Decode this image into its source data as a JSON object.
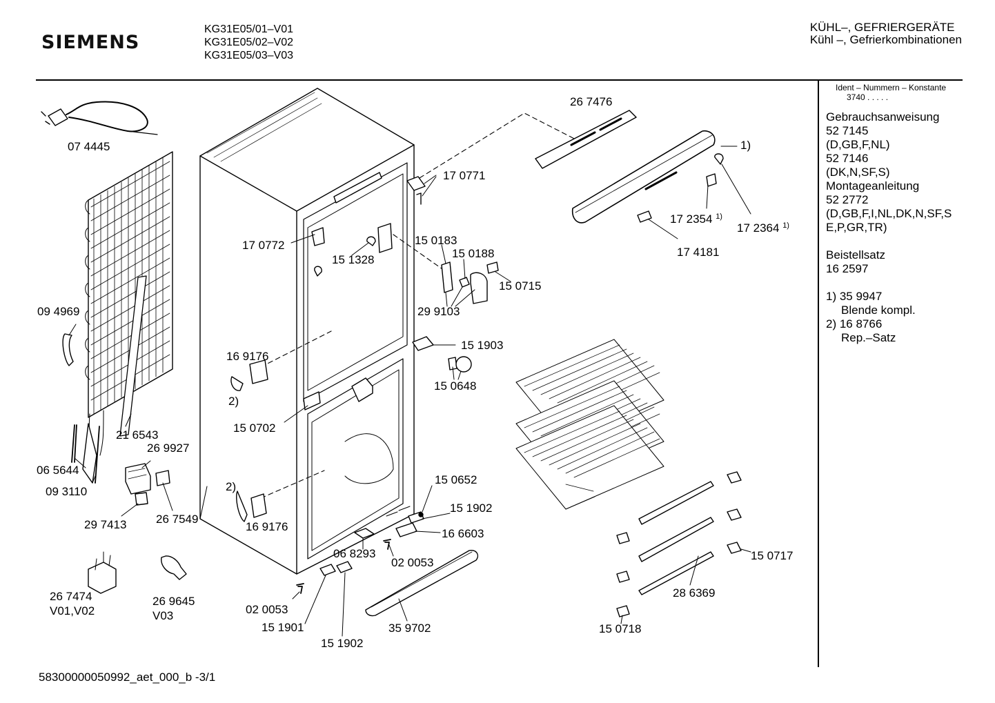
{
  "header": {
    "brand": "SIEMENS",
    "models": [
      "KG31E05/01–V01",
      "KG31E05/02–V02",
      "KG31E05/03–V03"
    ],
    "title_line1": "KÜHL–, GEFRIERGERÄTE",
    "title_line2": "Kühl –, Gefrierkombinationen"
  },
  "sidebar": {
    "ident_label": "Ident – Nummern – Konstante",
    "ident_value": "3740  .  .  .  .  .",
    "lines": [
      "Gebrauchsanweisung",
      "52 7145",
      "(D,GB,F,NL)",
      "52 7146",
      "(DK,N,SF,S)",
      "Montageanleitung",
      "52 2772",
      "(D,GB,F,I,NL,DK,N,SF,S",
      "E,P,GR,TR)"
    ],
    "beistell_label": "Beistellsatz",
    "beistell_value": "16 2597",
    "notes": [
      {
        "num": "1) 35 9947",
        "desc": "Blende kompl."
      },
      {
        "num": "2) 16 8766",
        "desc": "Rep.–Satz"
      }
    ]
  },
  "footer": {
    "doc_id": "58300000050992_aet_000_b  -3/1"
  },
  "labels": {
    "p074445": "07 4445",
    "p094969": "09 4969",
    "p216543": "21 6543",
    "p065644": "06 5644",
    "p093110": "09 3110",
    "p269927": "26 9927",
    "p297413": "29 7413",
    "p267549": "26 7549",
    "p267474": "26 7474",
    "v0102": "V01,V02",
    "p269645": "26 9645",
    "v03": "V03",
    "p267476": "26 7476",
    "note1": "1)",
    "p170771": "17 0771",
    "p172354": "17 2354",
    "p172364": "17 2364",
    "sup1a": "1)",
    "sup1b": "1)",
    "p174181": "17 4181",
    "p170772": "17 0772",
    "p151328": "15 1328",
    "p150183": "15 0183",
    "p150188": "15 0188",
    "p150715": "15 0715",
    "p299103": "29 9103",
    "p151903": "15 1903",
    "p169176a": "16 9176",
    "note2a": "2)",
    "p150648": "15 0648",
    "p150702": "15 0702",
    "note2b": "2)",
    "p169176b": "16 9176",
    "p150652": "15 0652",
    "p151902a": "15 1902",
    "p166603": "16 6603",
    "p068293": "06 8293",
    "p020053a": "02 0053",
    "p020053b": "02 0053",
    "p151901": "15 1901",
    "p151902b": "15 1902",
    "p359702": "35 9702",
    "p150717": "15 0717",
    "p286369": "28 6369",
    "p150718": "15 0718"
  }
}
